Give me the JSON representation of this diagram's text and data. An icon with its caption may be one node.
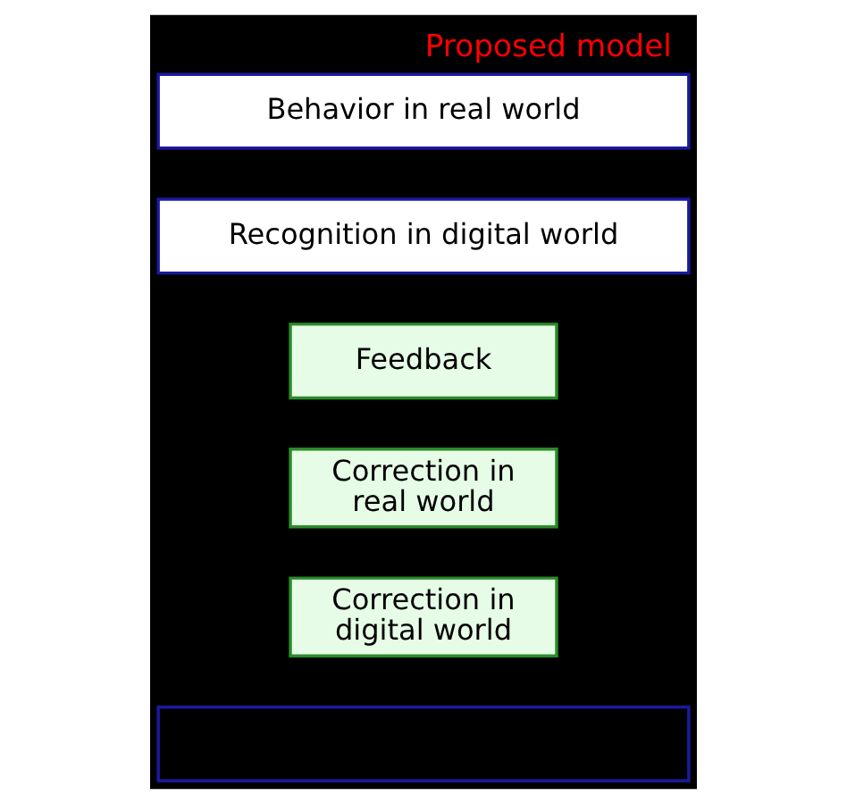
{
  "diagram": {
    "title": "Proposed model",
    "nodes": [
      {
        "text": [
          "Behavior in real world"
        ]
      },
      {
        "text": [
          "Recognition in digital world"
        ]
      },
      {
        "text": [
          "Feedback"
        ]
      },
      {
        "text": [
          "Correction in real world"
        ]
      },
      {
        "text": [
          "Correction in digital world"
        ]
      },
      {
        "text": [],
        "shape": "box"
      }
    ]
  }
}
